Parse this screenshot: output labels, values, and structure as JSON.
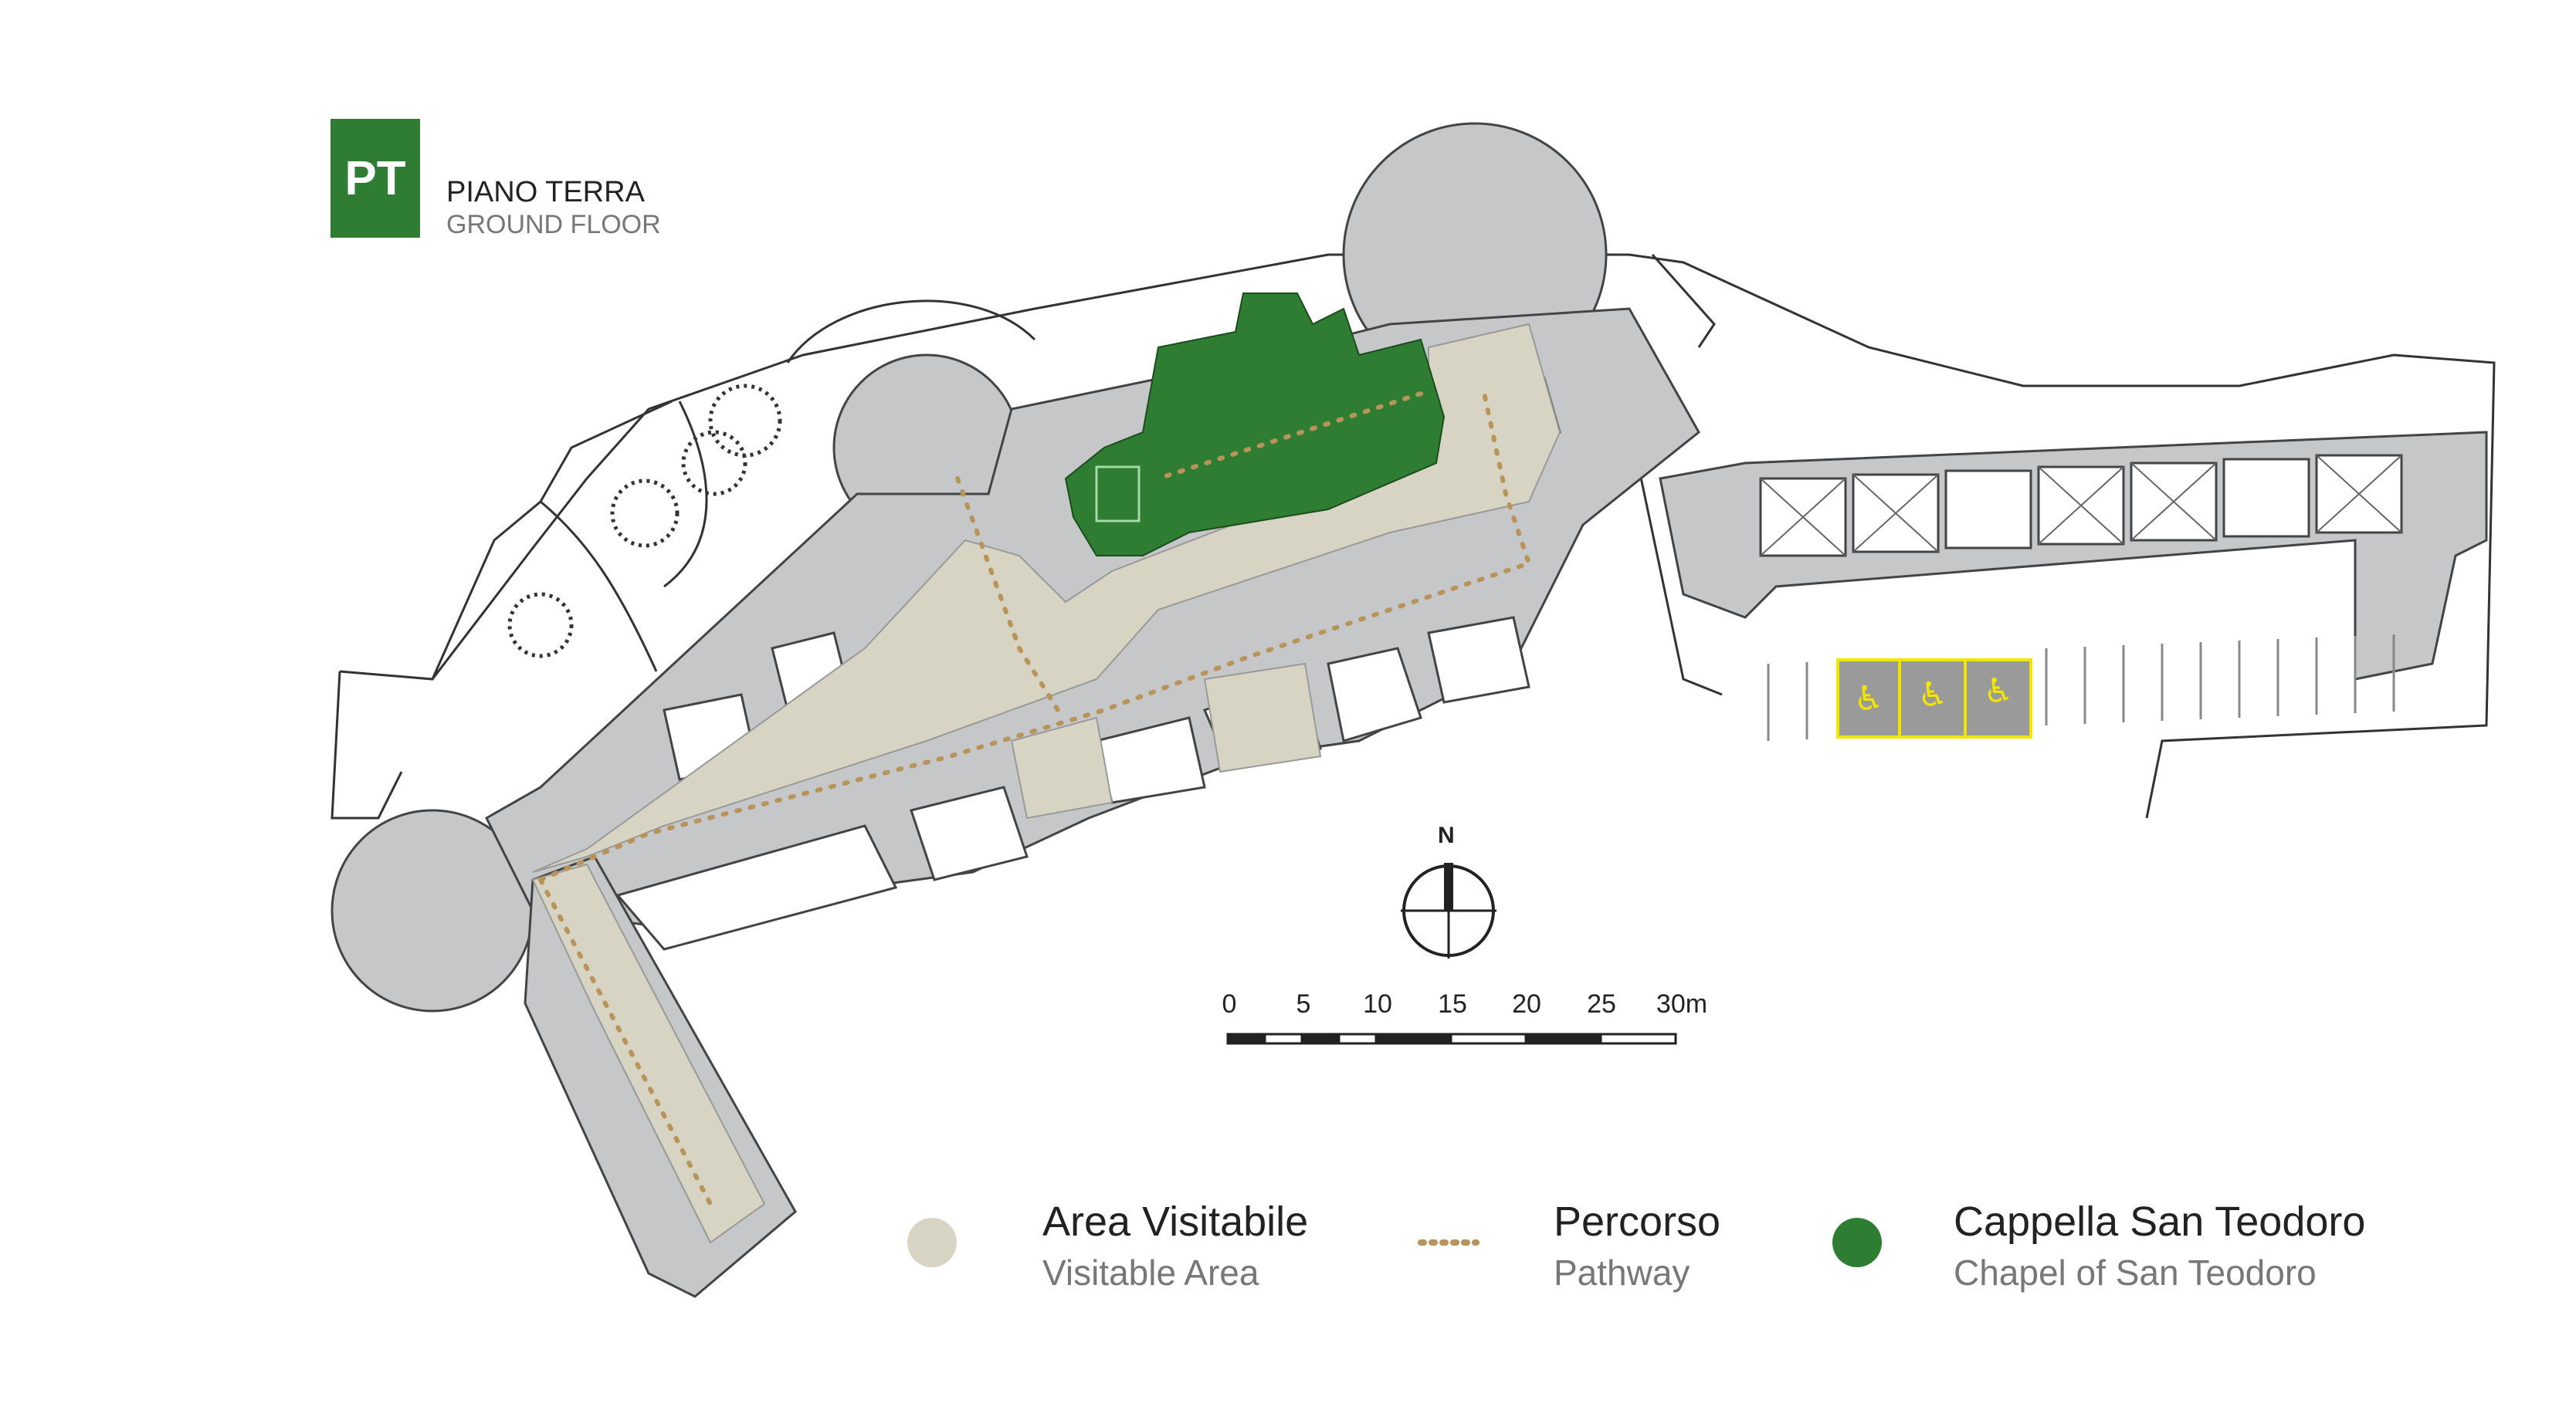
{
  "floor": {
    "badge": "PT",
    "title": "PIANO TERRA",
    "subtitle": "GROUND FLOOR"
  },
  "compass": {
    "label": "N"
  },
  "scale": {
    "ticks": [
      "0",
      "5",
      "10",
      "15",
      "20",
      "25",
      "30m"
    ]
  },
  "legend": [
    {
      "label": "Area Visitabile",
      "sublabel": "Visitable Area",
      "color": "#d8d4c4"
    },
    {
      "label": "Percorso",
      "sublabel": "Pathway",
      "color": "#b8935a"
    },
    {
      "label": "Cappella San Teodoro",
      "sublabel": "Chapel of San Teodoro",
      "color": "#2e7d32"
    }
  ],
  "colors": {
    "building": "#c6c7c9",
    "visitable": "#d8d4c4",
    "chapel": "#2e7d32",
    "pathway": "#b8935a",
    "accessible_parking": "#f2e600"
  },
  "icons": [
    "compass-rose-icon",
    "accessible-parking-icon",
    "tree-icon"
  ]
}
